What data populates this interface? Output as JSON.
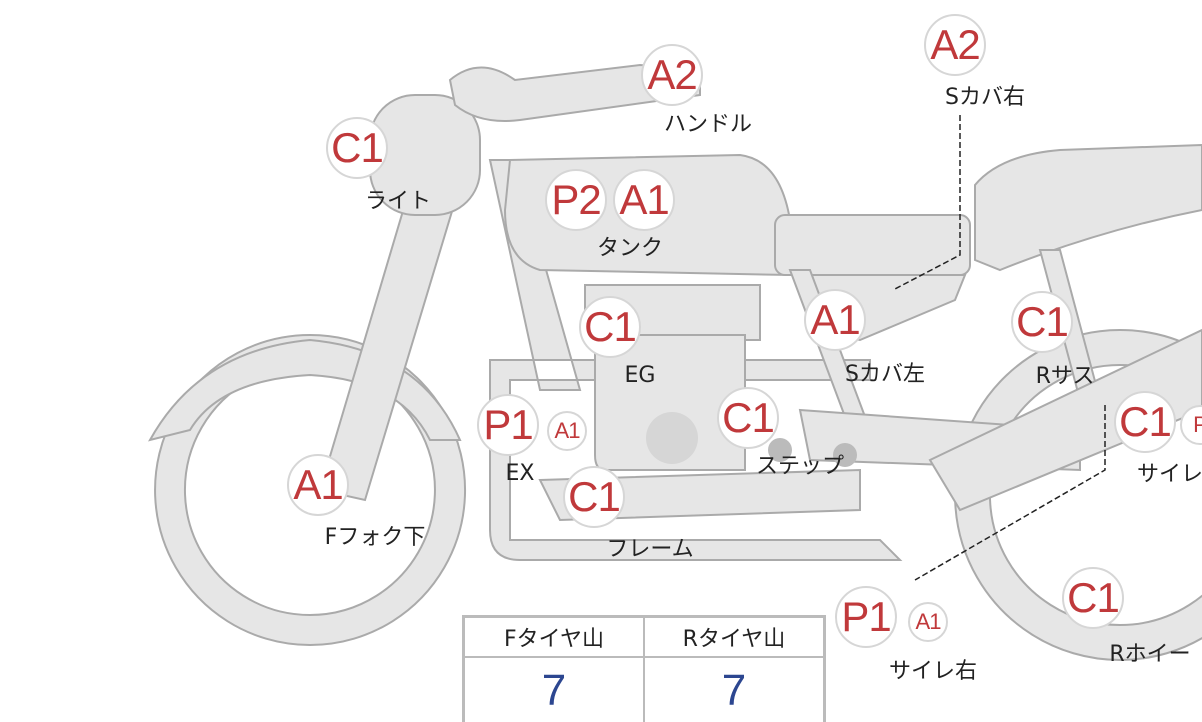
{
  "parts": [
    {
      "id": "handle",
      "badges": [
        "A2"
      ],
      "label": "ハンドル"
    },
    {
      "id": "side-cover-right",
      "badges": [
        "A2"
      ],
      "label": "Sカバ右"
    },
    {
      "id": "light",
      "badges": [
        "C1"
      ],
      "label": "ライト"
    },
    {
      "id": "tank",
      "badges": [
        "P2",
        "A1"
      ],
      "label": "タンク"
    },
    {
      "id": "engine",
      "badges": [
        "C1"
      ],
      "label": "EG"
    },
    {
      "id": "side-cover-left",
      "badges": [
        "A1"
      ],
      "label": "Sカバ左"
    },
    {
      "id": "rear-suspension",
      "badges": [
        "C1"
      ],
      "label": "Rサス"
    },
    {
      "id": "step",
      "badges": [
        "C1"
      ],
      "label": "ステップ"
    },
    {
      "id": "exhaust",
      "badges": [
        "P1",
        "A1"
      ],
      "label": "EX"
    },
    {
      "id": "frame",
      "badges": [
        "C1"
      ],
      "label": "フレーム"
    },
    {
      "id": "front-fork-lower",
      "badges": [
        "A1"
      ],
      "label": "Fフォク下"
    },
    {
      "id": "silencer-left",
      "badges": [
        "C1",
        "P"
      ],
      "label": "サイレ"
    },
    {
      "id": "silencer-right",
      "badges": [
        "P1",
        "A1"
      ],
      "label": "サイレ右"
    },
    {
      "id": "rear-wheel",
      "badges": [
        "C1"
      ],
      "label": "Rホイー"
    }
  ],
  "tire_table": {
    "headers": [
      "Fタイヤ山",
      "Rタイヤ山"
    ],
    "values": [
      "7",
      "7"
    ]
  },
  "colors": {
    "badge_text": "#c0393b",
    "value_text": "#2c4690",
    "part_fill": "#e6e6e6"
  }
}
